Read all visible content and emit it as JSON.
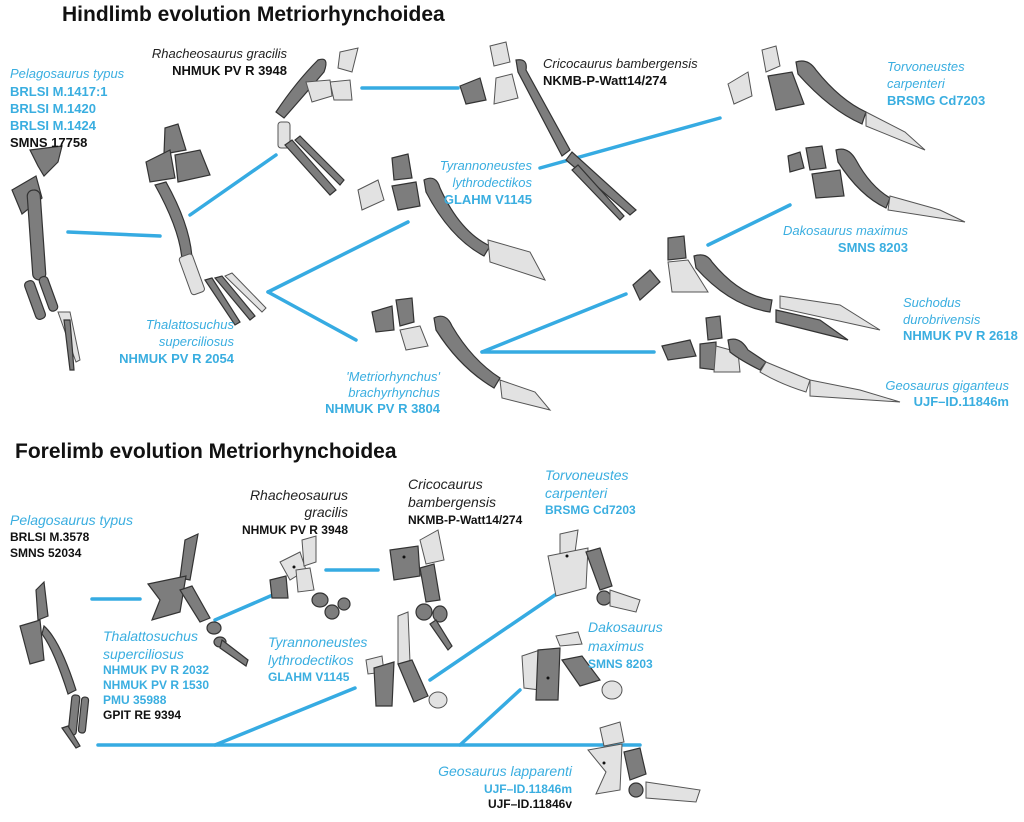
{
  "hindlimb": {
    "title": "Hindlimb evolution Metriorhynchoidea",
    "taxa": [
      {
        "name": "Pelagosaurus typus",
        "specimens": [
          "BRLSI M.1417:1",
          "BRLSI M.1420",
          "BRLSI M.1424",
          "SMNS 17758"
        ]
      },
      {
        "name": "Rhacheosaurus gracilis",
        "specimens": [
          "NHMUK PV R 3948"
        ]
      },
      {
        "name": "Cricocaurus bambergensis",
        "specimens": [
          "NKMB-P-Watt14/274"
        ]
      },
      {
        "name_lines": [
          "Torvoneustes",
          "carpenteri"
        ],
        "specimens": [
          "BRSMG Cd7203"
        ]
      },
      {
        "name_lines": [
          "Tyrannoneustes",
          "lythrodectikos"
        ],
        "specimens": [
          "GLAHM V1145"
        ]
      },
      {
        "name": "Dakosaurus maximus",
        "specimens": [
          "SMNS 8203"
        ]
      },
      {
        "name_lines": [
          "Thalattosuchus",
          "superciliosus"
        ],
        "specimens": [
          "NHMUK PV R 2054"
        ]
      },
      {
        "name_lines": [
          "Suchodus",
          "durobrivensis"
        ],
        "specimens": [
          "NHMUK PV R 2618"
        ]
      },
      {
        "name_lines": [
          "'Metriorhynchus'",
          "brachyrhynchus"
        ],
        "specimens": [
          "NHMUK PV R 3804"
        ]
      },
      {
        "name": "Geosaurus giganteus",
        "specimens": [
          "UJF–ID.11846m"
        ]
      }
    ]
  },
  "forelimb": {
    "title": "Forelimb evolution Metriorhynchoidea",
    "taxa": [
      {
        "name": "Pelagosaurus typus",
        "specimens": [
          "BRLSI M.3578",
          "SMNS 52034"
        ]
      },
      {
        "name_lines": [
          "Rhacheosaurus",
          "gracilis"
        ],
        "specimens": [
          "NHMUK PV R 3948"
        ]
      },
      {
        "name_lines": [
          "Cricocaurus",
          "bambergensis"
        ],
        "specimens": [
          "NKMB-P-Watt14/274"
        ]
      },
      {
        "name_lines": [
          "Torvoneustes",
          "carpenteri"
        ],
        "specimens": [
          "BRSMG Cd7203"
        ]
      },
      {
        "name_lines": [
          "Thalattosuchus",
          "superciliosus"
        ],
        "specimens": [
          "NHMUK PV R 2032",
          "NHMUK PV R 1530",
          "PMU 35988",
          "GPIT RE 9394"
        ]
      },
      {
        "name_lines": [
          "Tyrannoneustes",
          "lythrodectikos"
        ],
        "specimens": [
          "GLAHM V1145"
        ]
      },
      {
        "name_lines": [
          "Dakosaurus",
          "maximus"
        ],
        "specimens": [
          "SMNS 8203"
        ]
      },
      {
        "name": "Geosaurus lapparenti",
        "specimens": [
          "UJF–ID.11846m",
          "UJF–ID.11846v"
        ]
      }
    ]
  },
  "colors": {
    "accent": "#36abe2",
    "bone_dark": "#7d7d7d",
    "bone_light": "#e2e2e2"
  }
}
